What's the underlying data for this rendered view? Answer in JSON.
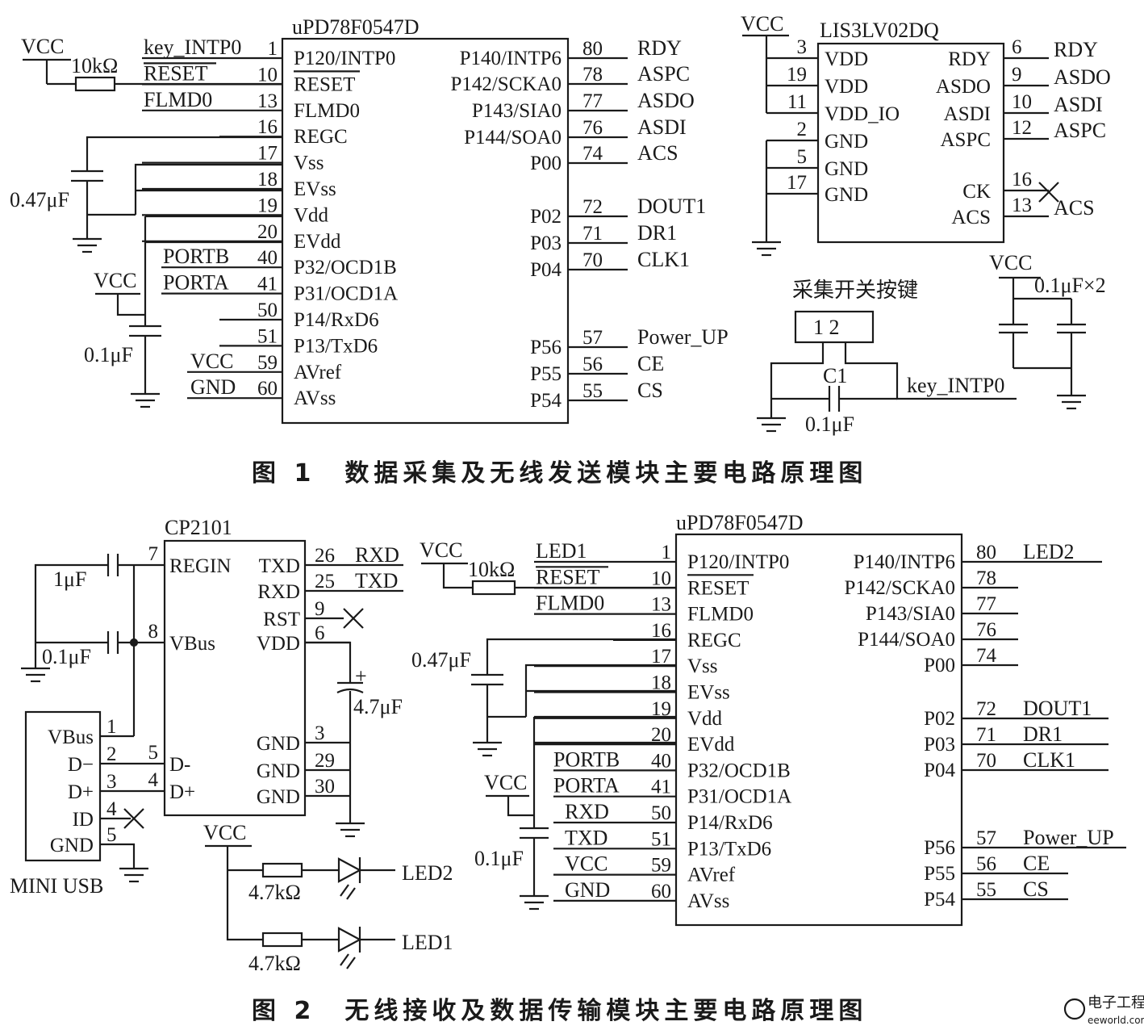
{
  "figure1": {
    "caption": "图 1　数据采集及无线发送模块主要电路原理图",
    "mcu": {
      "name": "uPD78F0547D",
      "left_pins": [
        {
          "num": "1",
          "name": "P120/INTP0",
          "net": "key_INTP0"
        },
        {
          "num": "10",
          "name": "RESET",
          "net": "RESET"
        },
        {
          "num": "13",
          "name": "FLMD0",
          "net": "FLMD0"
        },
        {
          "num": "16",
          "name": "REGC",
          "net": ""
        },
        {
          "num": "17",
          "name": "Vss",
          "net": ""
        },
        {
          "num": "18",
          "name": "EVss",
          "net": ""
        },
        {
          "num": "19",
          "name": "Vdd",
          "net": ""
        },
        {
          "num": "20",
          "name": "EVdd",
          "net": ""
        },
        {
          "num": "40",
          "name": "P32/OCD1B",
          "net": "PORTB"
        },
        {
          "num": "41",
          "name": "P31/OCD1A",
          "net": "PORTA"
        },
        {
          "num": "50",
          "name": "P14/RxD6",
          "net": ""
        },
        {
          "num": "51",
          "name": "P13/TxD6",
          "net": ""
        },
        {
          "num": "59",
          "name": "AVref",
          "net": "VCC"
        },
        {
          "num": "60",
          "name": "AVss",
          "net": "GND"
        }
      ],
      "right_pins": [
        {
          "num": "80",
          "name": "P140/INTP6",
          "net": "RDY"
        },
        {
          "num": "78",
          "name": "P142/SCKA0",
          "net": "ASPC"
        },
        {
          "num": "77",
          "name": "P143/SIA0",
          "net": "ASDO"
        },
        {
          "num": "76",
          "name": "P144/SOA0",
          "net": "ASDI"
        },
        {
          "num": "74",
          "name": "P00",
          "net": "ACS"
        },
        {
          "num": "72",
          "name": "P02",
          "net": "DOUT1"
        },
        {
          "num": "71",
          "name": "P03",
          "net": "DR1"
        },
        {
          "num": "70",
          "name": "P04",
          "net": "CLK1"
        },
        {
          "num": "57",
          "name": "P56",
          "net": "Power_UP"
        },
        {
          "num": "56",
          "name": "P55",
          "net": "CE"
        },
        {
          "num": "55",
          "name": "P54",
          "net": "CS"
        }
      ]
    },
    "vcc": "VCC",
    "r_reset": "10kΩ",
    "c_regc": "0.47μF",
    "c_vdd": "0.1μF",
    "sensor": {
      "name": "LIS3LV02DQ",
      "left_pins": [
        {
          "num": "3",
          "name": "VDD"
        },
        {
          "num": "19",
          "name": "VDD"
        },
        {
          "num": "11",
          "name": "VDD_IO"
        },
        {
          "num": "2",
          "name": "GND"
        },
        {
          "num": "5",
          "name": "GND"
        },
        {
          "num": "17",
          "name": "GND"
        }
      ],
      "right_pins": [
        {
          "num": "6",
          "name": "RDY",
          "net": "RDY"
        },
        {
          "num": "9",
          "name": "ASDO",
          "net": "ASDO"
        },
        {
          "num": "10",
          "name": "ASDI",
          "net": "ASDI"
        },
        {
          "num": "12",
          "name": "ASPC",
          "net": "ASPC"
        },
        {
          "num": "16",
          "name": "CK",
          "net": ""
        },
        {
          "num": "13",
          "name": "ACS",
          "net": "ACS"
        }
      ]
    },
    "switch": {
      "title": "采集开关按键",
      "pins": "1  2",
      "cap_name": "C1",
      "cap_value": "0.1μF",
      "net": "key_INTP0"
    },
    "decoupling": {
      "vcc": "VCC",
      "value": "0.1μF×2"
    }
  },
  "figure2": {
    "caption": "图 2　无线接收及数据传输模块主要电路原理图",
    "usbchip": {
      "name": "CP2101",
      "left_pins": [
        {
          "num": "7",
          "name": "REGIN"
        },
        {
          "num": "8",
          "name": "VBus"
        },
        {
          "num": "5",
          "name": "D-"
        },
        {
          "num": "4",
          "name": "D+"
        }
      ],
      "right_pins": [
        {
          "num": "26",
          "name": "TXD",
          "net": "RXD"
        },
        {
          "num": "25",
          "name": "RXD",
          "net": "TXD"
        },
        {
          "num": "9",
          "name": "RST",
          "net": ""
        },
        {
          "num": "6",
          "name": "VDD",
          "net": ""
        },
        {
          "num": "3",
          "name": "GND",
          "net": ""
        },
        {
          "num": "29",
          "name": "GND",
          "net": ""
        },
        {
          "num": "30",
          "name": "GND",
          "net": ""
        }
      ]
    },
    "c1": "1μF",
    "c2": "0.1μF",
    "c3": "4.7μF",
    "c3_plus": "+",
    "usb": {
      "name": "MINI USB",
      "pins": [
        {
          "num": "1",
          "name": "VBus"
        },
        {
          "num": "2",
          "name": "D−"
        },
        {
          "num": "3",
          "name": "D+"
        },
        {
          "num": "4",
          "name": "ID"
        },
        {
          "num": "5",
          "name": "GND"
        }
      ]
    },
    "leds": {
      "vcc": "VCC",
      "r1": "4.7kΩ",
      "r2": "4.7kΩ",
      "led_top": "LED2",
      "led_bottom": "LED1"
    },
    "mcu": {
      "name": "uPD78F0547D",
      "left_pins": [
        {
          "num": "1",
          "name": "P120/INTP0",
          "net": "LED1"
        },
        {
          "num": "10",
          "name": "RESET",
          "net": "RESET"
        },
        {
          "num": "13",
          "name": "FLMD0",
          "net": "FLMD0"
        },
        {
          "num": "16",
          "name": "REGC",
          "net": ""
        },
        {
          "num": "17",
          "name": "Vss",
          "net": ""
        },
        {
          "num": "18",
          "name": "EVss",
          "net": ""
        },
        {
          "num": "19",
          "name": "Vdd",
          "net": ""
        },
        {
          "num": "20",
          "name": "EVdd",
          "net": ""
        },
        {
          "num": "40",
          "name": "P32/OCD1B",
          "net": "PORTB"
        },
        {
          "num": "41",
          "name": "P31/OCD1A",
          "net": "PORTA"
        },
        {
          "num": "50",
          "name": "P14/RxD6",
          "net": "RXD"
        },
        {
          "num": "51",
          "name": "P13/TxD6",
          "net": "TXD"
        },
        {
          "num": "59",
          "name": "AVref",
          "net": "VCC"
        },
        {
          "num": "60",
          "name": "AVss",
          "net": "GND"
        }
      ],
      "right_pins": [
        {
          "num": "80",
          "name": "P140/INTP6",
          "net": "LED2"
        },
        {
          "num": "78",
          "name": "P142/SCKA0",
          "net": ""
        },
        {
          "num": "77",
          "name": "P143/SIA0",
          "net": ""
        },
        {
          "num": "76",
          "name": "P144/SOA0",
          "net": ""
        },
        {
          "num": "74",
          "name": "P00",
          "net": ""
        },
        {
          "num": "72",
          "name": "P02",
          "net": "DOUT1"
        },
        {
          "num": "71",
          "name": "P03",
          "net": "DR1"
        },
        {
          "num": "70",
          "name": "P04",
          "net": "CLK1"
        },
        {
          "num": "57",
          "name": "P56",
          "net": "Power_UP"
        },
        {
          "num": "56",
          "name": "P55",
          "net": "CE"
        },
        {
          "num": "55",
          "name": "P54",
          "net": "CS"
        }
      ]
    },
    "vcc": "VCC",
    "r_reset": "10kΩ",
    "c_regc": "0.47μF",
    "c_vdd": "0.1μF"
  },
  "watermark": {
    "cn": "电子工程世界",
    "en": "eeworld.com.cn"
  }
}
